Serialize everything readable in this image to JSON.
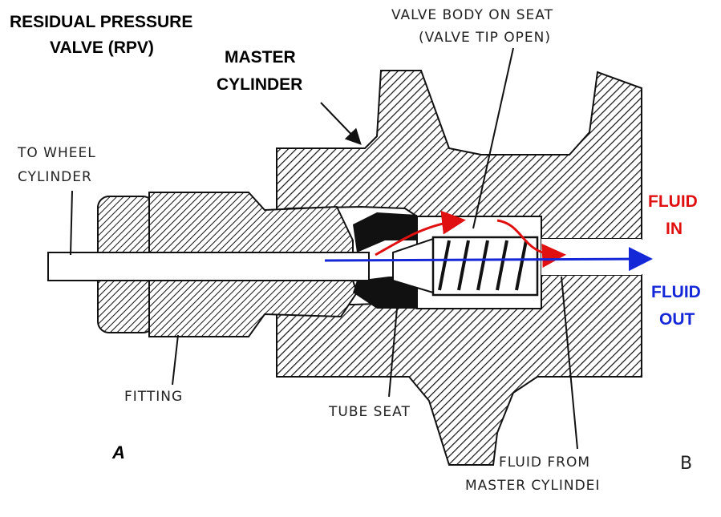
{
  "labels": {
    "rpv_line1": "RESIDUAL PRESSURE",
    "rpv_line2": "VALVE (RPV)",
    "master_line1": "MASTER",
    "master_line2": "CYLINDER",
    "valve_body_line1": "VALVE BODY ON SEAT",
    "valve_body_line2": "(VALVE TIP OPEN)",
    "wheel_line1": "TO WHEEL",
    "wheel_line2": "CYLINDER",
    "fitting": "FITTING",
    "tube_seat": "TUBE SEAT",
    "from_master_line1": "FLUID FROM",
    "from_master_line2": "MASTER CYLINDEI",
    "fluid_in_line1": "FLUID",
    "fluid_in_line2": "IN",
    "fluid_out_line1": "FLUID",
    "fluid_out_line2": "OUT",
    "panel_a": "A",
    "panel_b": "B"
  },
  "colors": {
    "fluid_in": "#e01010",
    "fluid_out": "#1528d8",
    "ink": "#111111"
  }
}
